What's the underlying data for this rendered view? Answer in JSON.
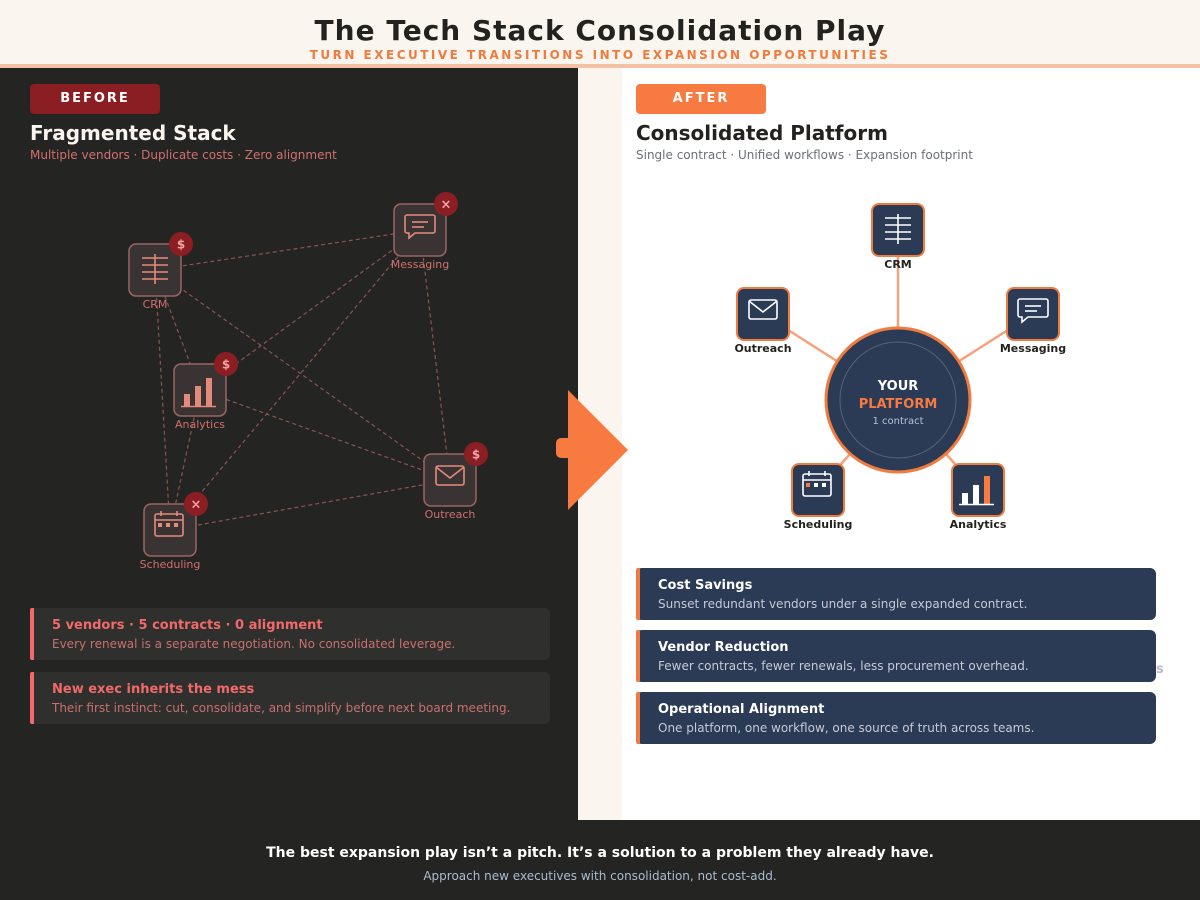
{
  "header": {
    "title": "The Tech Stack Consolidation Play",
    "subtitle": "TURN EXECUTIVE TRANSITIONS INTO EXPANSION OPPORTUNITIES"
  },
  "before": {
    "badge": "BEFORE",
    "title": "Fragmented Stack",
    "subtitle": "Multiple vendors · Duplicate costs · Zero alignment",
    "nodes": {
      "crm": {
        "label": "CRM",
        "marker": "$"
      },
      "messaging": {
        "label": "Messaging",
        "marker": "×"
      },
      "analytics": {
        "label": "Analytics",
        "marker": "$"
      },
      "outreach": {
        "label": "Outreach",
        "marker": "$"
      },
      "scheduling": {
        "label": "Scheduling",
        "marker": "×"
      }
    },
    "cards": [
      {
        "title": "5 vendors · 5 contracts · 0 alignment",
        "desc": "Every renewal is a separate negotiation. No consolidated leverage."
      },
      {
        "title": "New exec inherits the mess",
        "desc": "Their first instinct: cut, consolidate, and simplify before next board meeting."
      }
    ]
  },
  "after": {
    "badge": "AFTER",
    "title": "Consolidated Platform",
    "subtitle": "Single contract · Unified workflows · Expansion footprint",
    "hub": {
      "line1": "YOUR",
      "line2": "PLATFORM",
      "line3": "1 contract"
    },
    "nodes": {
      "crm": {
        "label": "CRM"
      },
      "outreach": {
        "label": "Outreach"
      },
      "messaging": {
        "label": "Messaging"
      },
      "scheduling": {
        "label": "Scheduling"
      },
      "analytics": {
        "label": "Analytics"
      }
    },
    "cards": [
      {
        "title": "Cost Savings",
        "desc": "Sunset redundant vendors under a single expanded contract."
      },
      {
        "title": "Vendor Reduction",
        "desc": "Fewer contracts, fewer renewals, less procurement overhead."
      },
      {
        "title": "Operational Alignment",
        "desc": "One platform, one workflow, one source of truth across teams."
      }
    ],
    "ghost_text": "s"
  },
  "footer": {
    "main": "The best expansion play isn’t a pitch. It’s a solution to a problem they already have.",
    "sub": "Approach new executives with consolidation, not cost-add."
  },
  "colors": {
    "dark_bg": "#242422",
    "accent_orange": "#f77b40",
    "before_red": "#8b1e22",
    "navy": "#2b3a55"
  }
}
